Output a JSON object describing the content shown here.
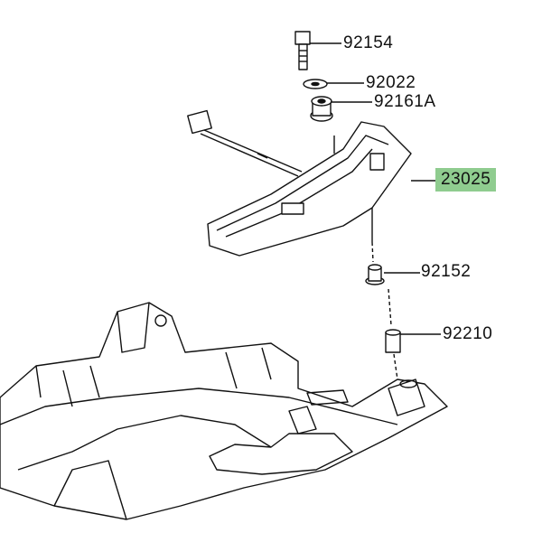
{
  "parts": [
    {
      "number": "92154",
      "name": "bolt"
    },
    {
      "number": "92022",
      "name": "washer"
    },
    {
      "number": "92161A",
      "name": "damper"
    },
    {
      "number": "23025",
      "name": "lamp-assembly",
      "highlighted": true
    },
    {
      "number": "92152",
      "name": "collar"
    },
    {
      "number": "92210",
      "name": "nut"
    }
  ],
  "colors": {
    "highlight": "#8fcc8f",
    "line": "#111111"
  }
}
